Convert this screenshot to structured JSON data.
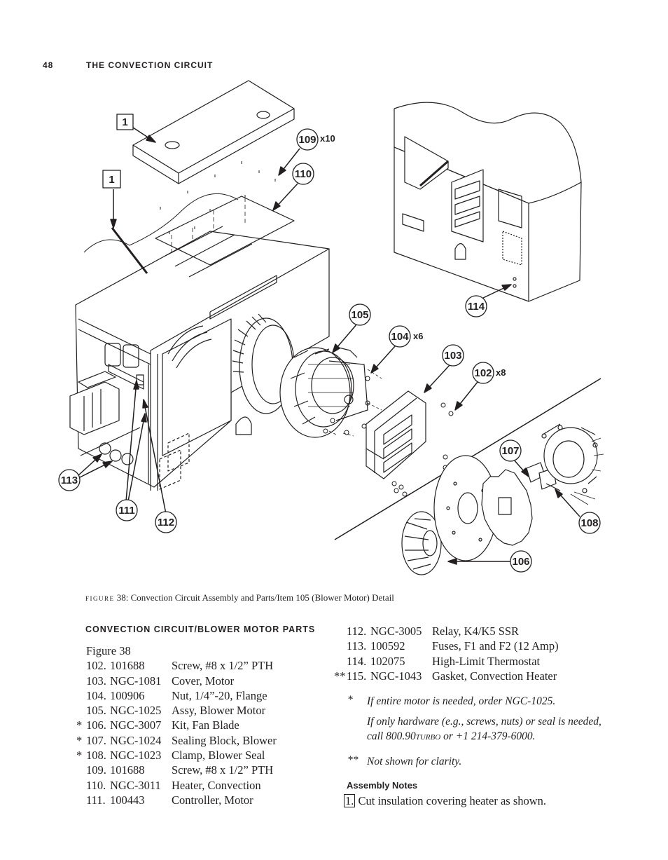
{
  "header": {
    "page_number": "48",
    "section_title": "THE CONVECTION CIRCUIT"
  },
  "figure": {
    "callouts": [
      "1",
      "1",
      "109",
      "110",
      "105",
      "104",
      "103",
      "102",
      "114",
      "107",
      "108",
      "106",
      "113",
      "111",
      "112"
    ],
    "multipliers": [
      "x10",
      "x6",
      "x8"
    ],
    "caption_label": "FIGURE",
    "caption_text": "38: Convection Circuit Assembly and Parts/Item 105 (Blower Motor) Detail"
  },
  "parts_section": {
    "title": "CONVECTION CIRCUIT/BLOWER MOTOR PARTS",
    "figure_ref": "Figure 38",
    "left_items": [
      {
        "mark": "",
        "num": "102.",
        "part": "101688",
        "desc": "Screw, #8 x 1/2” PTH"
      },
      {
        "mark": "",
        "num": "103.",
        "part": "NGC-1081",
        "desc": "Cover, Motor"
      },
      {
        "mark": "",
        "num": "104.",
        "part": "100906",
        "desc": "Nut, 1/4”-20, Flange"
      },
      {
        "mark": "",
        "num": "105.",
        "part": "NGC-1025",
        "desc": "Assy, Blower Motor"
      },
      {
        "mark": "*",
        "num": "106.",
        "part": "NGC-3007",
        "desc": "Kit, Fan Blade"
      },
      {
        "mark": "*",
        "num": "107.",
        "part": "NGC-1024",
        "desc": "Sealing Block, Blower"
      },
      {
        "mark": "*",
        "num": "108.",
        "part": "NGC-1023",
        "desc": "Clamp, Blower Seal"
      },
      {
        "mark": "",
        "num": "109.",
        "part": "101688",
        "desc": "Screw, #8 x 1/2” PTH"
      },
      {
        "mark": "",
        "num": "110.",
        "part": "NGC-3011",
        "desc": "Heater, Convection"
      },
      {
        "mark": "",
        "num": "111.",
        "part": "100443",
        "desc": "Controller, Motor"
      }
    ],
    "right_items": [
      {
        "mark": "",
        "num": "112.",
        "part": "NGC-3005",
        "desc": "Relay, K4/K5 SSR"
      },
      {
        "mark": "",
        "num": "113.",
        "part": "100592",
        "desc": "Fuses, F1 and F2 (12 Amp)"
      },
      {
        "mark": "",
        "num": "114.",
        "part": "102075",
        "desc": "High-Limit Thermostat"
      },
      {
        "mark": "**",
        "num": "115.",
        "part": "NGC-1043",
        "desc": "Gasket, Convection Heater"
      }
    ],
    "notes": {
      "single_star": "*",
      "note1": "If entire motor is needed, order NGC-1025.",
      "note2_before": "If only hardware (e.g., screws, nuts) or seal is needed, call 800.90",
      "note2_turbo": "TURBO",
      "note2_after": " or +1 214-379-6000.",
      "double_star": "**",
      "note3": "Not shown for clarity."
    }
  },
  "assembly_notes": {
    "title": "Assembly Notes",
    "item_number": "1.",
    "item_text": "Cut insulation covering heater as shown."
  }
}
